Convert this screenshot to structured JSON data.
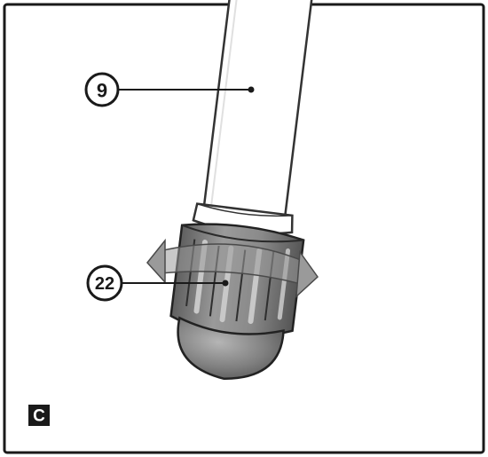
{
  "figure": {
    "panel_label": "C",
    "callouts": [
      {
        "number": "9",
        "part": "tube"
      },
      {
        "number": "22",
        "part": "adjustment-collar"
      }
    ],
    "rotation_direction": "bidirectional",
    "colors": {
      "frame": "#1a1a1a",
      "outline": "#333333",
      "tube": "#ffffff",
      "collar": "#8c8c8c",
      "collar_dark": "#6e6e6e",
      "foot": "#7a7a7a",
      "arrow": "#9a9a9a",
      "panel_label_bg": "#1a1a1a"
    }
  }
}
